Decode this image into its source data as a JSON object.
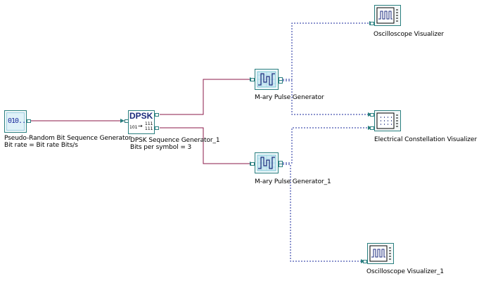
{
  "blocks": {
    "prbs": {
      "icon_text": "010..",
      "name": "Pseudo-Random Bit Sequence Generator",
      "param": "Bit rate = Bit rate  Bits/s"
    },
    "dpsk": {
      "icon_title": "DPSK",
      "icon_in": "101",
      "icon_out_top": "111",
      "icon_out_bottom": "111",
      "name": "DPSK Sequence Generator_1",
      "param": "Bits per symbol = 3"
    },
    "mary1": {
      "name": "M-ary Pulse Generator"
    },
    "mary2": {
      "name": "M-ary Pulse Generator_1"
    },
    "osc1": {
      "name": "Oscilloscope Visualizer"
    },
    "osc2": {
      "name": "Oscilloscope Visualizer_1"
    },
    "const": {
      "name": "Electrical Constellation Visualizer"
    }
  },
  "colors": {
    "wire_binary": "#8b1a4a",
    "wire_optical": "#1a2a9c",
    "port": "#2a7f7f",
    "icon_accent": "#2aa6b8"
  }
}
